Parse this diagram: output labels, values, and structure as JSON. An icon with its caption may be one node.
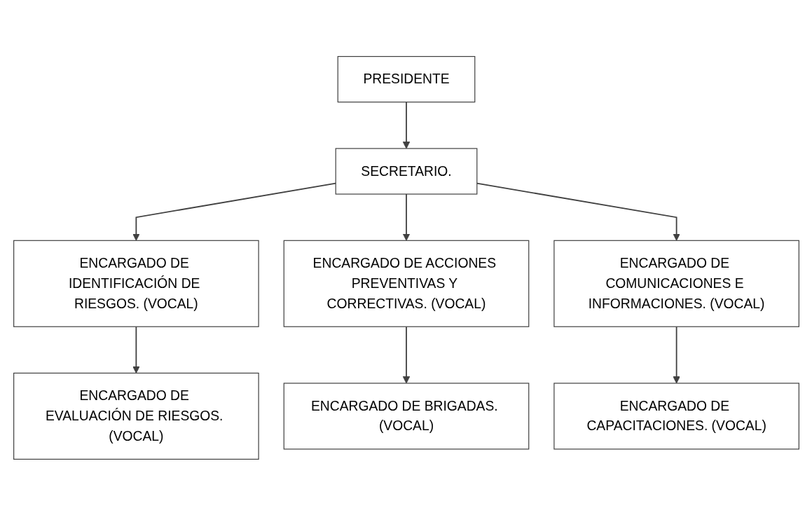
{
  "diagram": {
    "nodes": [
      {
        "text": [
          "PRESIDENTE"
        ]
      },
      {
        "text": [
          "SECRETARIO."
        ]
      },
      {
        "text": [
          "ENCARGADO DE IDENTIFICACIÓN DE RIESGOS. (VOCAL)"
        ]
      },
      {
        "text": [
          "ENCARGADO DE ACCIONES PREVENTIVAS Y CORRECTIVAS. (VOCAL)"
        ]
      },
      {
        "text": [
          "ENCARGADO DE COMUNICACIONES E INFORMACIONES. (VOCAL)"
        ]
      },
      {
        "text": [
          "ENCARGADO DE EVALUACIÓN DE RIESGOS. (VOCAL)"
        ]
      },
      {
        "text": [
          "ENCARGADO DE BRIGADAS. (VOCAL)"
        ]
      },
      {
        "text": [
          "ENCARGADO DE CAPACITACIONES. (VOCAL)"
        ]
      }
    ],
    "edges": [
      {
        "from": 0,
        "to": 1,
        "arrow": "to"
      },
      {
        "from": 1,
        "to": 2,
        "arrow": "to"
      },
      {
        "from": 1,
        "to": 3,
        "arrow": "to"
      },
      {
        "from": 1,
        "to": 4,
        "arrow": "to"
      },
      {
        "from": 2,
        "to": 5,
        "arrow": "to"
      },
      {
        "from": 3,
        "to": 6,
        "arrow": "to"
      },
      {
        "from": 4,
        "to": 7,
        "arrow": "to"
      }
    ]
  }
}
